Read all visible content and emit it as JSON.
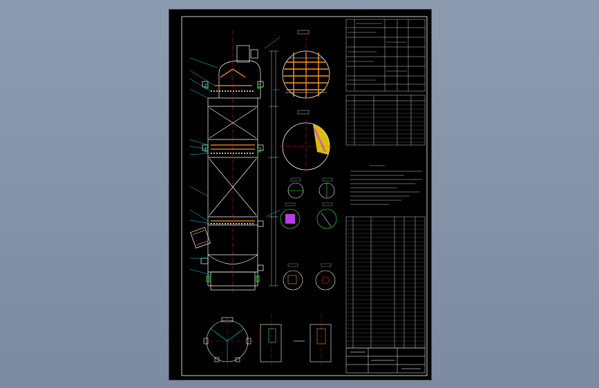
{
  "colors": {
    "background": "#8d9bb0",
    "sheet": "#000000",
    "outline": "#ffffff",
    "leader": "#00e5ff",
    "center_line": "#ff2a2a",
    "accent_orange": "#ff9a1f",
    "accent_green": "#3cff3c",
    "accent_magenta": "#d040ff",
    "accent_yellow": "#ffe000"
  },
  "drawing": {
    "title": "",
    "views": [
      {
        "name": "main-column-elevation"
      },
      {
        "name": "top-tray-section"
      },
      {
        "name": "distributor-section"
      },
      {
        "name": "detail-views"
      },
      {
        "name": "bottom-plan-view"
      }
    ],
    "tables": [
      {
        "name": "design-data-table",
        "rows": 8
      },
      {
        "name": "nozzle-table",
        "rows": 12
      },
      {
        "name": "technical-notes",
        "rows": 9
      },
      {
        "name": "parts-list",
        "rows": 30
      },
      {
        "name": "title-block",
        "rows": 4
      }
    ]
  }
}
